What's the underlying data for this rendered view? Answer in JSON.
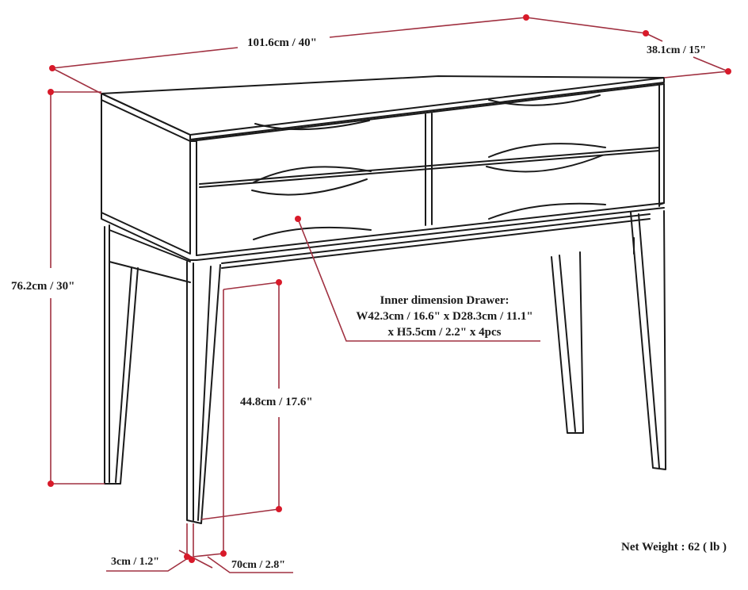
{
  "diagram": {
    "subject": "console table with 4 drawers",
    "line_color": "#1a1a1a",
    "dimension_color": "#a03040",
    "marker_color": "#d81a2a"
  },
  "dimensions": {
    "width": "101.6cm / 40\"",
    "depth": "38.1cm / 15\"",
    "height": "76.2cm / 30\"",
    "clearance": "44.8cm / 17.6\"",
    "leg_width": "3cm / 1.2\"",
    "leg_depth": "70cm / 2.8\""
  },
  "drawer_note": {
    "line1": "Inner dimension Drawer:",
    "line2": "W42.3cm / 16.6\" x D28.3cm / 11.1\"",
    "line3": "x H5.5cm / 2.2\" x 4pcs"
  },
  "net_weight": "Net Weight : 62 ( lb )"
}
